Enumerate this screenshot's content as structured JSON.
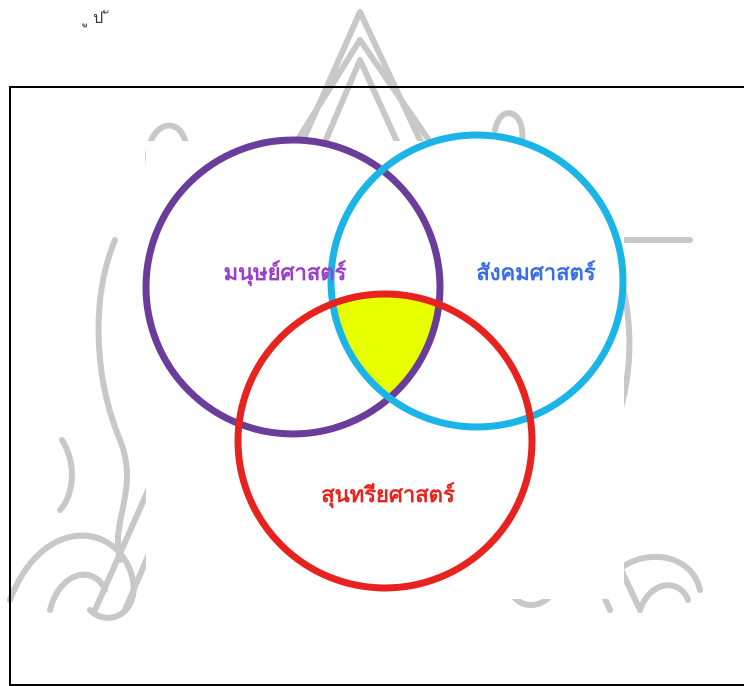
{
  "header": {
    "text": "ู ป ั"
  },
  "venn": {
    "sets": [
      {
        "label": "มนุษย์ศาสตร์",
        "color": "#9b3fc8",
        "ring_color": "#6a3d9a"
      },
      {
        "label": "สังคมศาสตร์",
        "color": "#3a6ee8",
        "ring_color": "#1ab4e6"
      },
      {
        "label": "สุนทรียศาสตร์",
        "color": "#e8231f",
        "ring_color": "#e8231f"
      }
    ],
    "intersection_color": "#e8ff00"
  },
  "watermark": {
    "icon": "university-seal-icon",
    "color": "#c8c8c8"
  }
}
